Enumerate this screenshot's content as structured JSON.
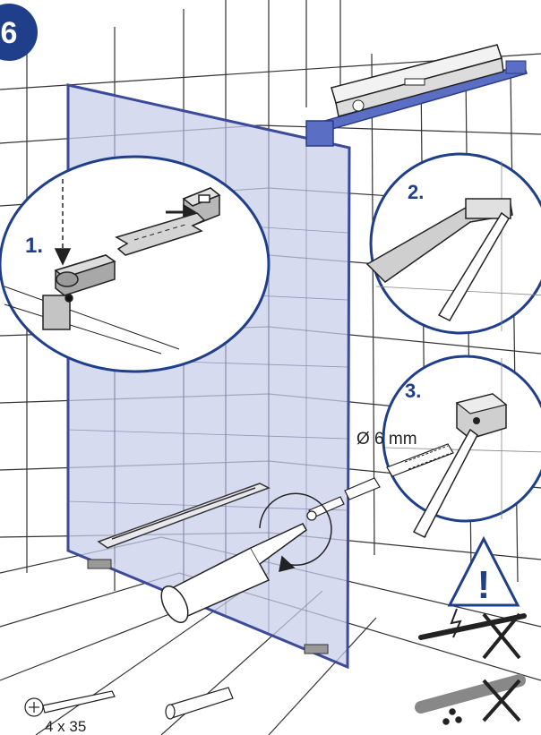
{
  "step": {
    "number": "6"
  },
  "details": [
    {
      "label": "1."
    },
    {
      "label": "2."
    },
    {
      "label": "3."
    }
  ],
  "drill": {
    "size": "Ø 6 mm"
  },
  "screw": {
    "size": "4 x 35"
  },
  "warning": {
    "symbol": "!"
  },
  "colors": {
    "accent": "#1f3f8a",
    "glass": "#c9cfea",
    "glass_edge": "#3b4a99",
    "hardware": "#5a6ec4",
    "line": "#222222"
  }
}
